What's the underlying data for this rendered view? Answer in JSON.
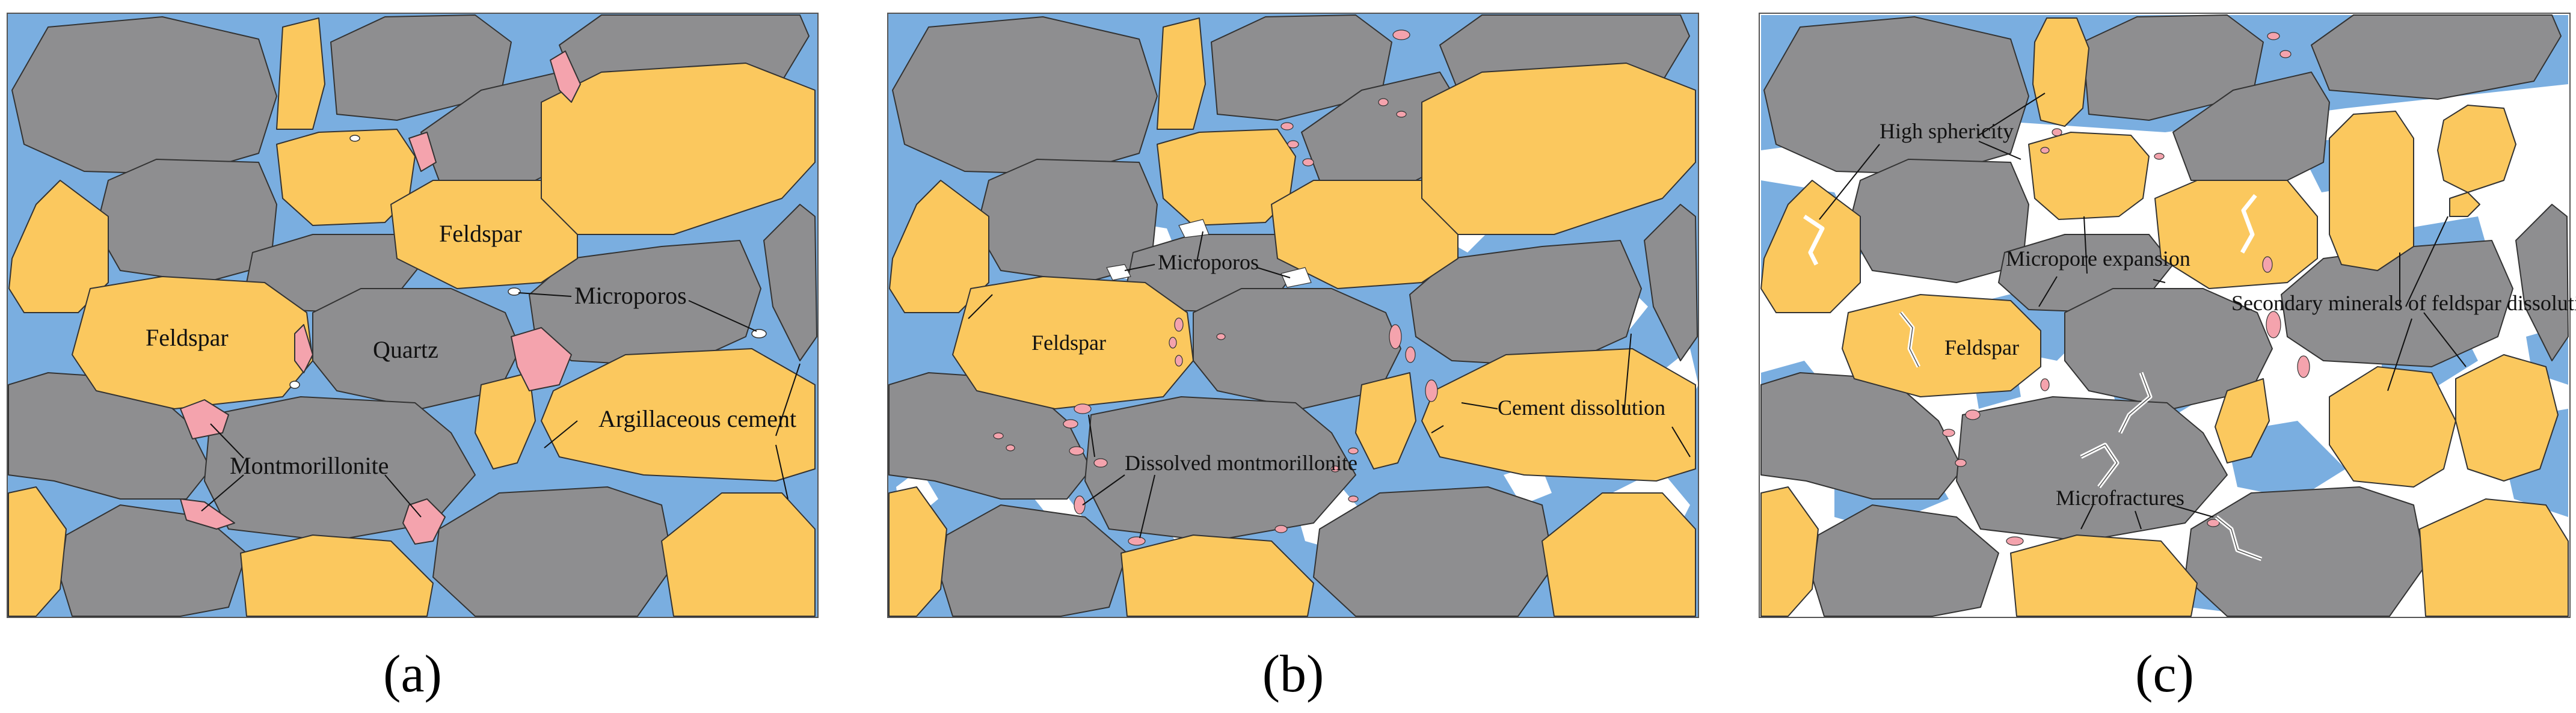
{
  "panels": [
    {
      "id": "a",
      "caption": "(a)",
      "labels": {
        "feldspar_top": "Feldspar",
        "feldspar_left": "Feldspar",
        "quartz": "Quartz",
        "microporos": "Microporos",
        "argillaceous_cement": "Argillaceous cement",
        "montmorillonite": "Montmorillonite"
      }
    },
    {
      "id": "b",
      "caption": "(b)",
      "labels": {
        "microporos": "Microporos",
        "feldspar": "Feldspar",
        "cement_dissolution": "Cement dissolution",
        "dissolved_montmorillonite": "Dissolved montmorillonite"
      }
    },
    {
      "id": "c",
      "caption": "(c)",
      "labels": {
        "high_sphericity": "High sphericity",
        "micropore_expansion": "Micropore expansion",
        "secondary_minerals": "Secondary minerals of feldspar dissolution",
        "feldspar": "Feldspar",
        "microfractures": "Microfractures"
      }
    }
  ],
  "colors": {
    "matrix": "#7aaee0",
    "quartz": "#8e8e90",
    "feldspar": "#fbc85e",
    "montmorillonite": "#f4a3ad",
    "pore": "#ffffff",
    "outline": "#2a2a2a"
  }
}
